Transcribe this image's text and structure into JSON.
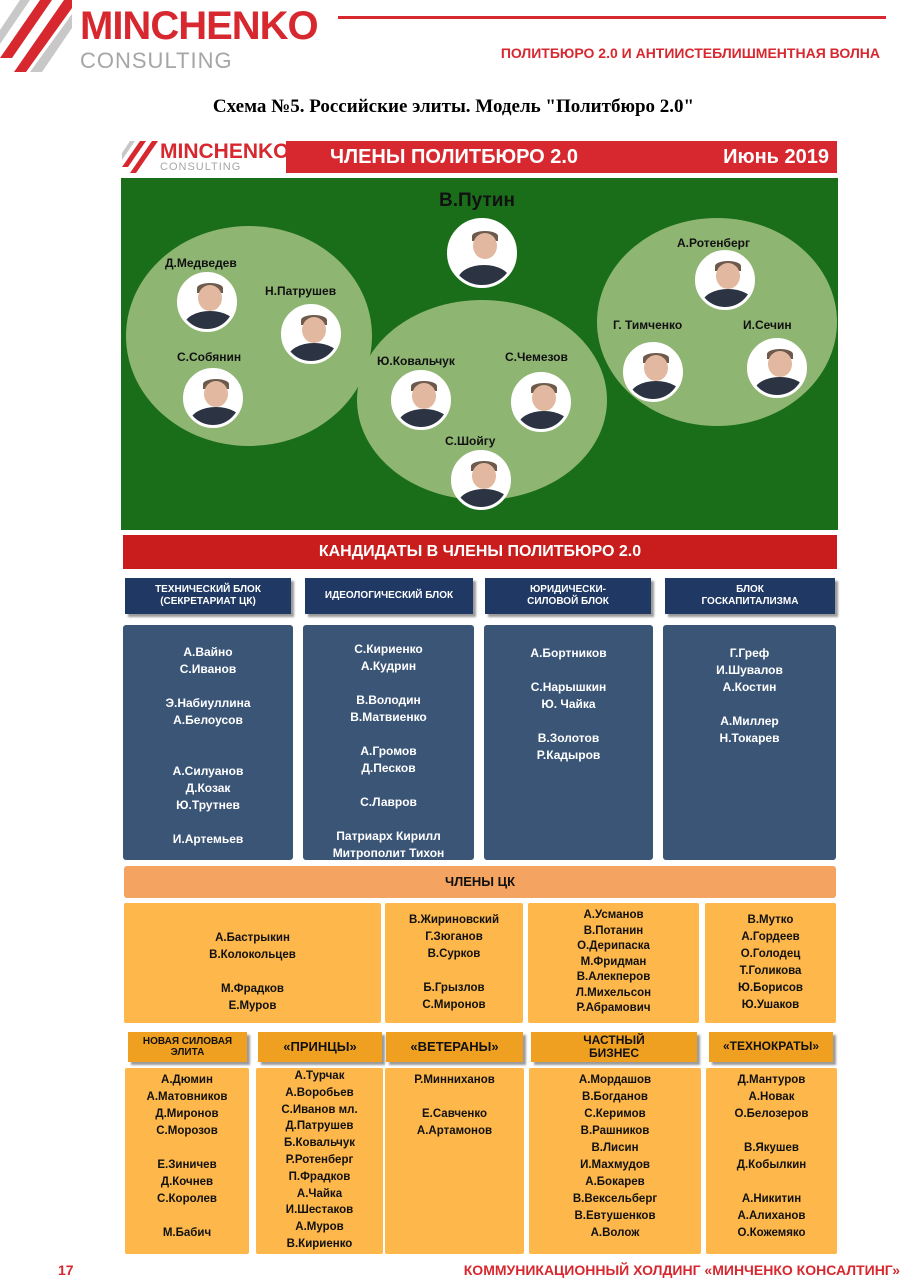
{
  "header": {
    "logo_main": "MINCHENKO",
    "logo_sub": "CONSULTING",
    "report_title": "ПОЛИТБЮРО 2.0 И АНТИИСТЕБЛИШМЕНТНАЯ ВОЛНА",
    "scheme_title": "Схема №5. Российские элиты. Модель \"Политбюро 2.0\""
  },
  "panel": {
    "logo_main": "MINCHENKO",
    "logo_sub": "CONSULTING",
    "title": "ЧЛЕНЫ ПОЛИТБЮРО 2.0",
    "date": "Июнь 2019"
  },
  "politburo": {
    "putin": "В.Путин",
    "medvedev": "Д.Медведев",
    "patrushev": "Н.Патрушев",
    "sobyanin": "С.Собянин",
    "kovalchuk": "Ю.Ковальчук",
    "chemezov": "С.Чемезов",
    "shoigu": "С.Шойгу",
    "rotenberg": "А.Ротенберг",
    "timchenko": "Г. Тимченко",
    "sechin": "И.Сечин"
  },
  "candidates": {
    "title": "КАНДИДАТЫ В ЧЛЕНЫ ПОЛИТБЮРО 2.0",
    "blocks": [
      {
        "label1": "ТЕХНИЧЕСКИЙ БЛОК",
        "label2": "(СЕКРЕТАРИАТ ЦК)",
        "groups": [
          [
            "А.Вайно",
            "С.Иванов"
          ],
          [
            "Э.Набиуллина",
            "А.Белоусов"
          ],
          [
            "А.Силуанов",
            "Д.Козак",
            "Ю.Трутнев"
          ],
          [
            "И.Артемьев"
          ]
        ]
      },
      {
        "label1": "ИДЕОЛОГИЧЕСКИЙ БЛОК",
        "label2": "",
        "groups": [
          [
            "С.Кириенко",
            "А.Кудрин"
          ],
          [
            "В.Володин",
            "В.Матвиенко"
          ],
          [
            "А.Громов",
            "Д.Песков"
          ],
          [
            "С.Лавров"
          ],
          [
            "Патриарх Кирилл",
            "Митрополит Тихон"
          ]
        ]
      },
      {
        "label1": "ЮРИДИЧЕСКИ-",
        "label2": "СИЛОВОЙ БЛОК",
        "groups": [
          [
            "А.Бортников"
          ],
          [
            "С.Нарышкин",
            "Ю. Чайка"
          ],
          [
            "В.Золотов",
            "Р.Кадыров"
          ]
        ]
      },
      {
        "label1": "БЛОК",
        "label2": "ГОСКАПИТАЛИЗМА",
        "groups": [
          [
            "Г.Греф",
            "И.Шувалов",
            "А.Костин"
          ],
          [
            "А.Миллер",
            "Н.Токарев"
          ]
        ]
      }
    ]
  },
  "cc": {
    "title": "ЧЛЕНЫ ЦК",
    "upper": [
      {
        "groups": [
          [
            "А.Бастрыкин",
            "В.Колокольцев"
          ],
          [
            "М.Фрадков",
            "Е.Муров"
          ]
        ]
      },
      {
        "groups": [
          [
            "В.Жириновский",
            "Г.Зюганов",
            "В.Сурков"
          ],
          [
            "Б.Грызлов",
            "С.Миронов"
          ]
        ]
      },
      {
        "groups": [
          [
            "А.Усманов",
            "В.Потанин",
            "О.Дерипаска",
            "М.Фридман",
            "В.Алекперов",
            "Л.Михельсон",
            "Р.Абрамович"
          ]
        ]
      },
      {
        "groups": [
          [
            "В.Мутко",
            "А.Гордеев",
            "О.Голодец",
            "Т.Голикова",
            "Ю.Борисов",
            "Ю.Ушаков"
          ]
        ]
      }
    ],
    "categories": [
      {
        "label1": "НОВАЯ СИЛОВАЯ",
        "label2": "ЭЛИТА",
        "groups": [
          [
            "А.Дюмин",
            "А.Матовников",
            "Д.Миронов",
            "С.Морозов"
          ],
          [
            "Е.Зиничев",
            "Д.Кочнев",
            "С.Королев"
          ],
          [
            "М.Бабич"
          ]
        ]
      },
      {
        "label1": "«ПРИНЦЫ»",
        "label2": "",
        "groups": [
          [
            "А.Турчак",
            "А.Воробьев",
            "С.Иванов мл.",
            "Д.Патрушев",
            "Б.Ковальчук",
            "Р.Ротенберг",
            "П.Фрадков",
            "А.Чайка",
            "И.Шестаков",
            "А.Муров",
            "В.Кириенко"
          ]
        ]
      },
      {
        "label1": "«ВЕТЕРАНЫ»",
        "label2": "",
        "groups": [
          [
            "Р.Минниханов"
          ],
          [
            "Е.Савченко",
            "А.Артамонов"
          ]
        ]
      },
      {
        "label1": "ЧАСТНЫЙ",
        "label2": "БИЗНЕС",
        "groups": [
          [
            "А.Мордашов",
            "В.Богданов",
            "С.Керимов",
            "В.Рашников",
            "В.Лисин",
            "И.Махмудов",
            "А.Бокарев",
            "В.Вексельберг",
            "В.Евтушенков",
            "А.Волож"
          ]
        ]
      },
      {
        "label1": "«ТЕХНОКРАТЫ»",
        "label2": "",
        "groups": [
          [
            "Д.Мантуров",
            "А.Новак",
            "О.Белозеров"
          ],
          [
            "В.Якушев",
            "Д.Кобылкин"
          ],
          [
            "А.Никитин",
            "А.Алиханов",
            "О.Кожемяко"
          ]
        ]
      }
    ]
  },
  "footer": {
    "page_number": "17",
    "text": "КОММУНИКАЦИОННЫЙ ХОЛДИНГ «МИНЧЕНКО КОНСАЛТИНГ»"
  },
  "colors": {
    "brand_red": "#d7282f",
    "green_bg": "#1a6e1a",
    "circle": "#8fb573",
    "navy": "#1f3864",
    "block_blue": "#3b5577",
    "orange": "#fdb74a"
  }
}
